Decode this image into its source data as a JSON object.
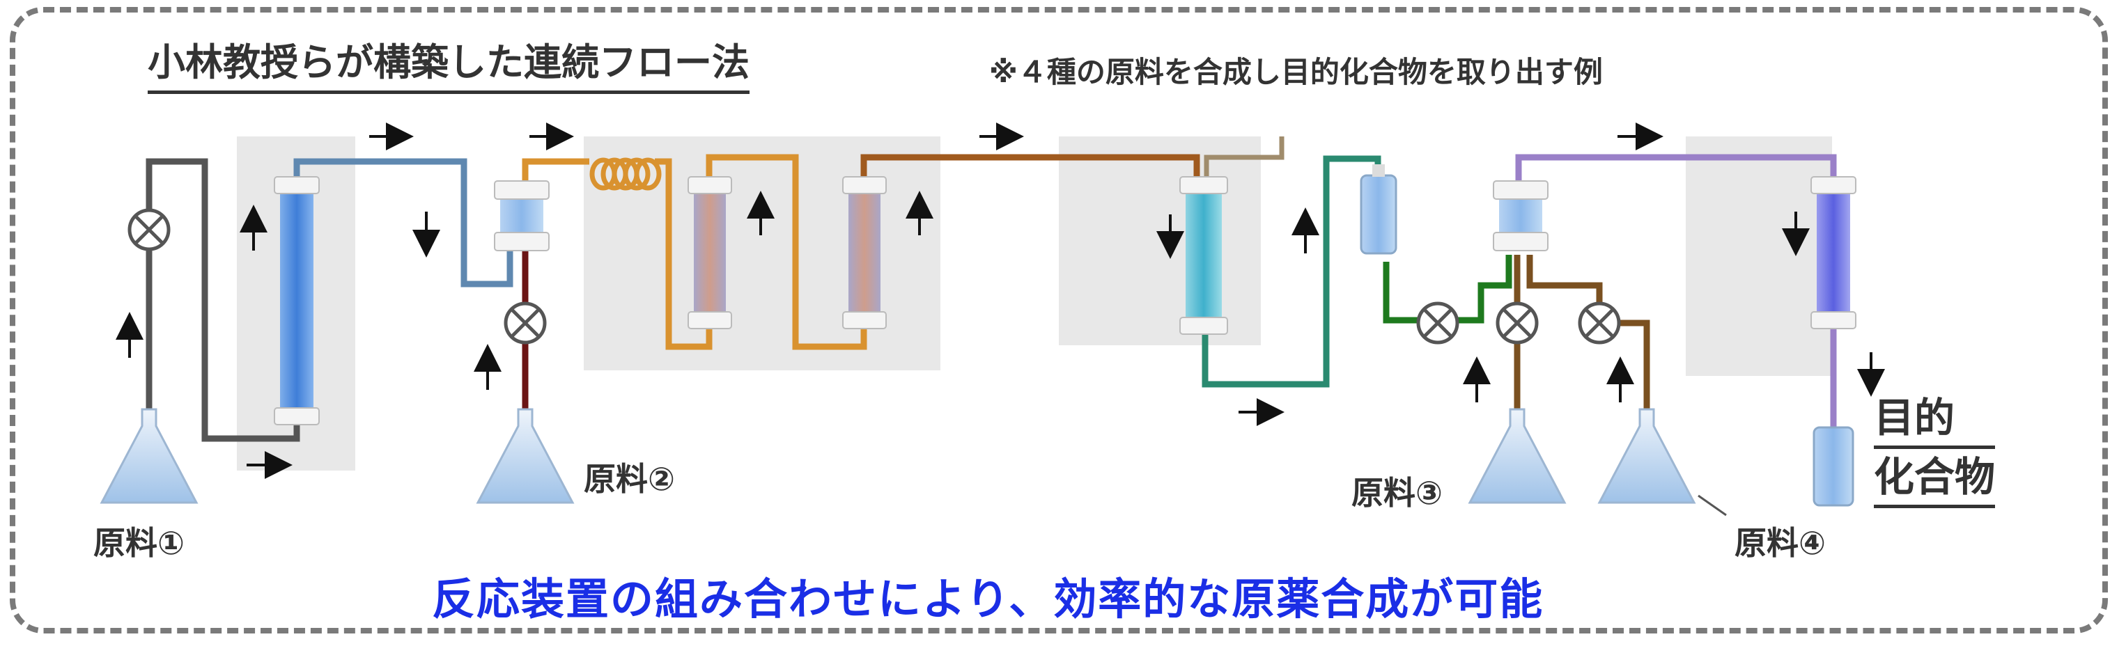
{
  "title": "小林教授らが構築した連続フロー法",
  "subtitle": "※４種の原料を合成し目的化合物を取り出す例",
  "materials": [
    "原料①",
    "原料②",
    "原料③",
    "原料④"
  ],
  "product_line1": "目的",
  "product_line2": "化合物",
  "caption": "反応装置の組み合わせにより、効率的な原薬合成が可能",
  "colors": {
    "caption": "#1a2ee6",
    "stage_background": "#e8e8e8",
    "tube_gray": "#555555",
    "tube_blue": "#5f88b0",
    "tube_orange": "#d9922f",
    "tube_brown": "#a05a1e",
    "tube_green": "#2a8a70",
    "tube_darkgreen": "#1e7a1e",
    "tube_purple": "#9a80c8",
    "tube_darkred": "#6b1414"
  }
}
